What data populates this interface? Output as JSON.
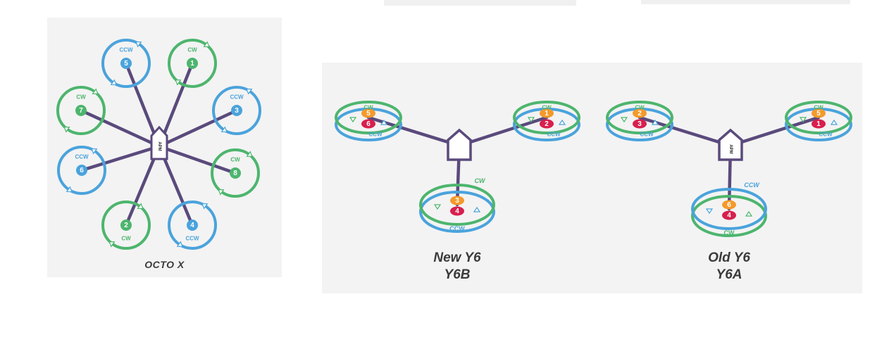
{
  "colors": {
    "cw": "#4db56e",
    "ccw": "#4aa3dc",
    "arm": "#5a4a7c",
    "orange": "#f39a2b",
    "red": "#d81f4d"
  },
  "octo": {
    "caption": "OCTO X",
    "apm_label": "APM",
    "motors": [
      {
        "num": "1",
        "dir": "CW"
      },
      {
        "num": "3",
        "dir": "CCW"
      },
      {
        "num": "8",
        "dir": "CW"
      },
      {
        "num": "4",
        "dir": "CCW"
      },
      {
        "num": "2",
        "dir": "CW"
      },
      {
        "num": "6",
        "dir": "CCW"
      },
      {
        "num": "7",
        "dir": "CW"
      },
      {
        "num": "5",
        "dir": "CCW"
      }
    ]
  },
  "y6b": {
    "caption_line1": "New Y6",
    "caption_line2": "Y6B",
    "rotors": [
      {
        "top_num": "5",
        "bottom_num": "6",
        "top_dir": "CW",
        "bottom_dir": "CCW"
      },
      {
        "top_num": "1",
        "bottom_num": "2",
        "top_dir": "CW",
        "bottom_dir": "CCW"
      },
      {
        "top_num": "3",
        "bottom_num": "4",
        "top_dir": "CW",
        "bottom_dir": "CCW"
      }
    ]
  },
  "y6a": {
    "caption_line1": "Old Y6",
    "caption_line2": "Y6A",
    "apm_label": "APM",
    "rotors": [
      {
        "top_num": "2",
        "bottom_num": "3",
        "top_dir": "CW",
        "bottom_dir": "CCW"
      },
      {
        "top_num": "5",
        "bottom_num": "1",
        "top_dir": "CW",
        "bottom_dir": "CCW"
      },
      {
        "top_num": "6",
        "bottom_num": "4",
        "top_dir": "CCW",
        "bottom_dir": "CW"
      }
    ]
  }
}
